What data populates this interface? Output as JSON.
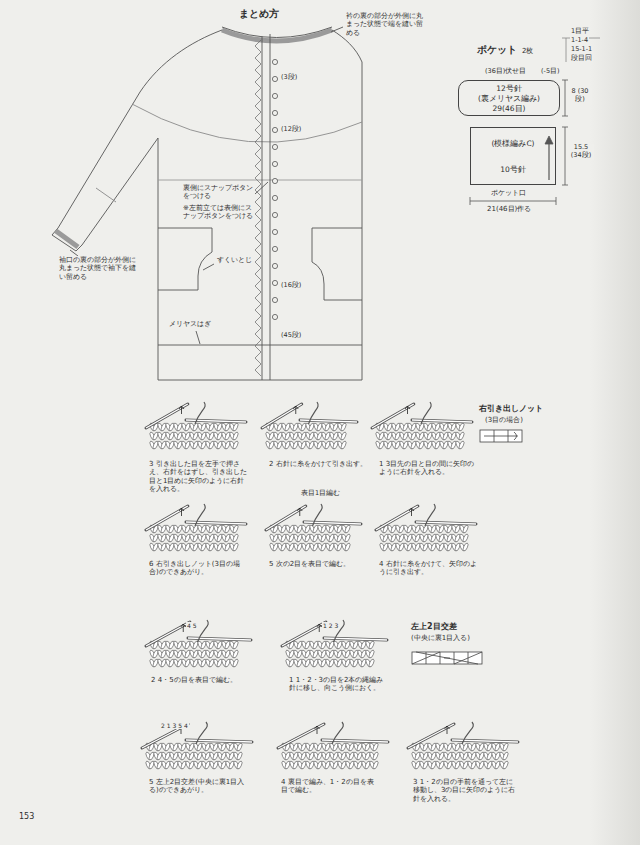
{
  "diagram": {
    "nodes": [
      {
        "text": [
          "12号針",
          "(裏メリヤス編み)",
          "29(46目)"
        ]
      },
      {
        "text": [
          "(模様編みC)",
          "10号針"
        ]
      }
    ],
    "labels": [
      "まとめ方",
      "衿の裏の部分が外側に丸まった状態で端を縫い留める",
      "(3段)",
      "(12段)",
      "裏側にスナップボタンをつける",
      "※左前立ては表側にスナップボタンをつける",
      "袖口の裏の部分が外側に丸まった状態で袖下を縫い留める",
      "すくいとじ",
      "(16段)",
      "(45段)",
      "メリヤスはぎ",
      "ポケット",
      "2枚",
      "1目平",
      "1-1-4",
      "15-1-1",
      "段目回",
      "(36目)伏せ目",
      "(-5目)",
      "8 (30段)",
      "15.5 (34段)",
      "ポケット口",
      "21(46目)作る",
      "右引き出しノット",
      "(3目の場合)",
      "3 引き出した目を左手で押さえ、右針をはずし、引き出した目と1目めに矢印のように右針を入れる。",
      "2 右針に糸をかけて引き出す。",
      "1 3目先の目と目の間に矢印のように右針を入れる。",
      "表目1目編む",
      "6 右引き出しノット(3目の場合)のできあがり。",
      "5 次の2目を表目で編む。",
      "4 右針に糸をかけて、矢印のように引き出す。",
      "左上2目交差",
      "(中央に裏1目入る)",
      "2 4・5の目を表目で編む。",
      "1 1・2・3の目を2本の縄編み針に移し、向こう側におく。",
      "5 左上2目交差(中央に裏1目入る)のできあがり。",
      "4 裏目で編み、1・2の目を表目で編む。",
      "3 1・2の目の手前を通って左に移動し、3の目に矢印のように右針を入れる。",
      "153",
      "1 2 3",
      "4 5",
      "2 1 3 5 4"
    ]
  }
}
